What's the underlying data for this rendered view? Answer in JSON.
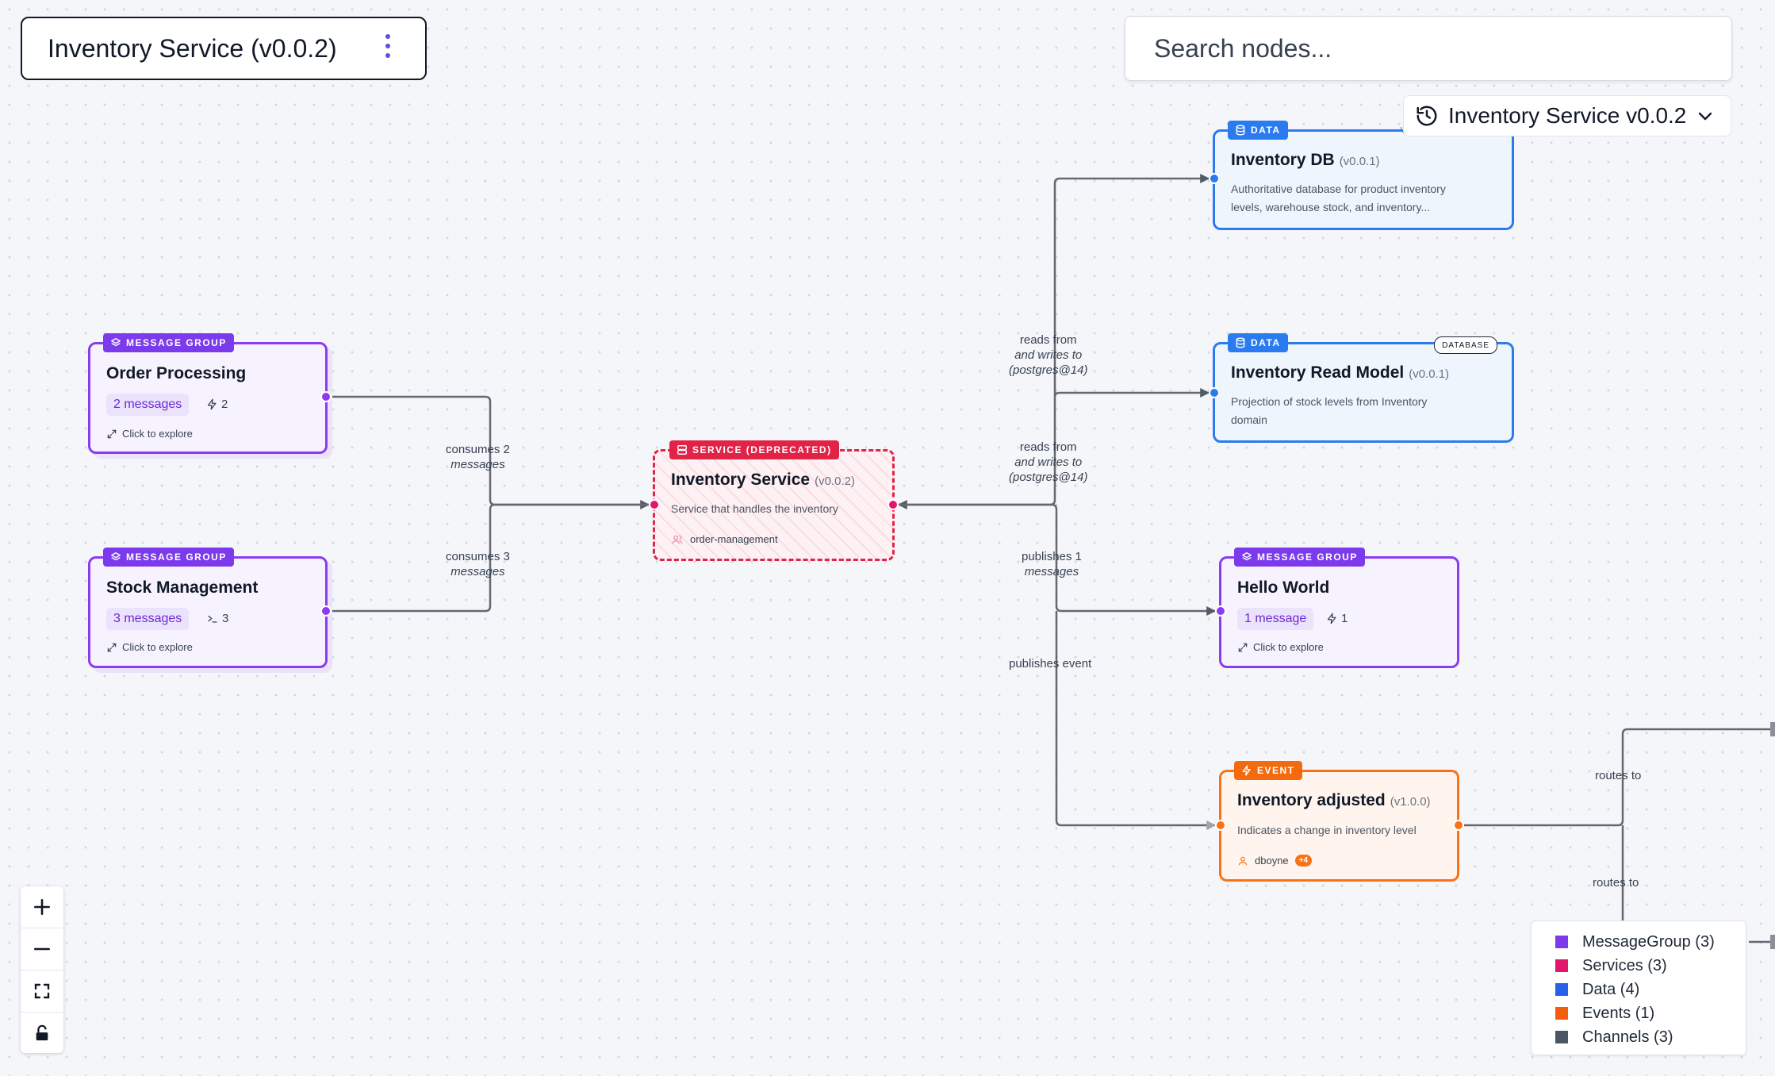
{
  "header": {
    "title": "Inventory Service (v0.0.2)"
  },
  "search": {
    "placeholder": "Search nodes..."
  },
  "version_selector": {
    "label": "Inventory Service v0.0.2"
  },
  "nodes": {
    "order_processing": {
      "badge": "MESSAGE GROUP",
      "title": "Order Processing",
      "messages": "2 messages",
      "count": "2",
      "explore": "Click to explore"
    },
    "stock_management": {
      "badge": "MESSAGE GROUP",
      "title": "Stock Management",
      "messages": "3 messages",
      "count": "3",
      "explore": "Click to explore"
    },
    "inventory_service": {
      "badge": "SERVICE (DEPRECATED)",
      "title": "Inventory Service",
      "version": "(v0.0.2)",
      "description": "Service that handles the inventory",
      "owner": "order-management"
    },
    "inventory_db": {
      "badge": "DATA",
      "title": "Inventory DB",
      "version": "(v0.0.1)",
      "description_line1": "Authoritative database for product inventory",
      "description_line2": "levels, warehouse stock, and inventory..."
    },
    "inventory_read_model": {
      "badge": "DATA",
      "tag": "DATABASE",
      "title": "Inventory Read Model",
      "version": "(v0.0.1)",
      "description_line1": "Projection of stock levels from Inventory",
      "description_line2": "domain"
    },
    "hello_world": {
      "badge": "MESSAGE GROUP",
      "title": "Hello World",
      "messages": "1 message",
      "count": "1",
      "explore": "Click to explore"
    },
    "inventory_adjusted": {
      "badge": "EVENT",
      "title": "Inventory adjusted",
      "version": "(v1.0.0)",
      "description": "Indicates a change in inventory level",
      "owner": "dboyne",
      "extra": "+4"
    }
  },
  "edges": {
    "consumes2": {
      "line1": "consumes 2",
      "line2": "messages"
    },
    "consumes3": {
      "line1": "consumes 3",
      "line2": "messages"
    },
    "reads1": {
      "line1": "reads from",
      "line2": "and writes to",
      "line3": "(postgres@14)"
    },
    "reads2": {
      "line1": "reads from",
      "line2": "and writes to",
      "line3": "(postgres@14)"
    },
    "publishes1": {
      "line1": "publishes 1",
      "line2": "messages"
    },
    "publishes_event": {
      "line1": "publishes event"
    },
    "routes1": {
      "line1": "routes to"
    },
    "routes2": {
      "line1": "routes to"
    }
  },
  "legend": [
    {
      "label": "MessageGroup (3)",
      "color": "#7c3aed"
    },
    {
      "label": "Services (3)",
      "color": "#e0176d"
    },
    {
      "label": "Data (4)",
      "color": "#2563eb"
    },
    {
      "label": "Events (1)",
      "color": "#f45d0c"
    },
    {
      "label": "Channels (3)",
      "color": "#4b5563"
    }
  ],
  "icons": [
    "kebab-menu-icon",
    "history-icon",
    "chevron-down-icon",
    "layers-icon",
    "database-icon",
    "server-icon",
    "lightning-icon",
    "terminal-icon",
    "expand-icon",
    "users-icon",
    "user-icon",
    "plus-icon",
    "minus-icon",
    "fit-view-icon",
    "lock-icon"
  ]
}
